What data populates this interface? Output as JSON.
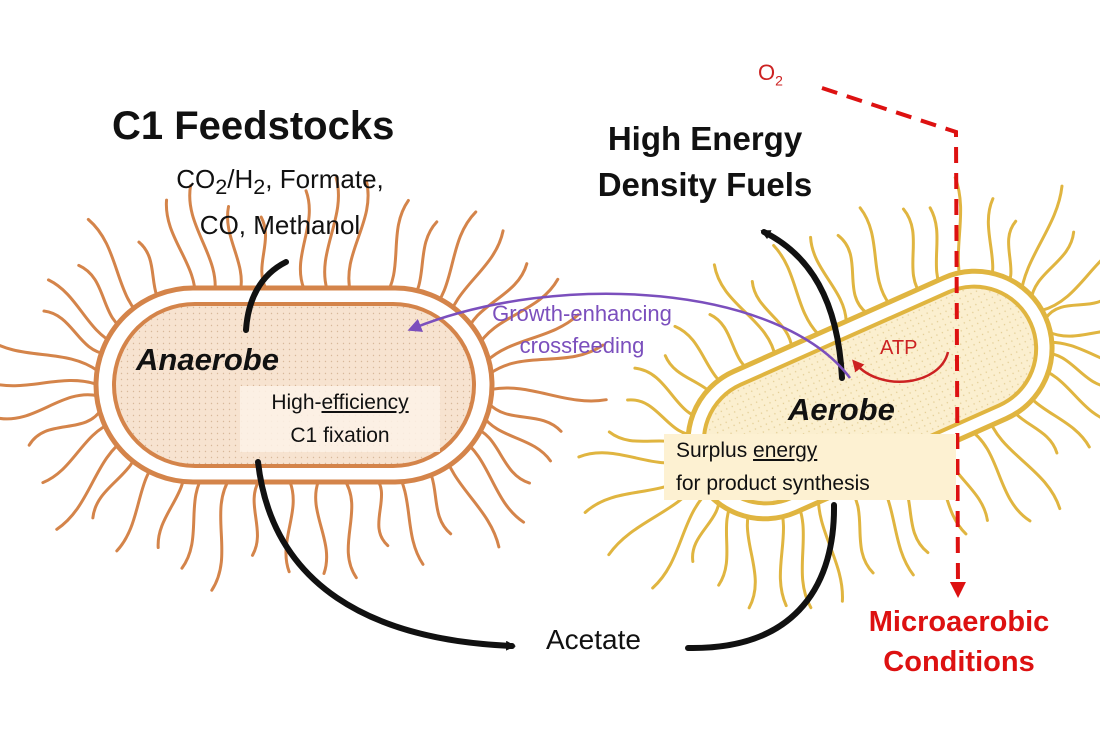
{
  "feedstocks": {
    "title": "C1 Feedstocks",
    "line1_a": "CO",
    "line1_sub_a": "2",
    "line1_b": "/H",
    "line1_sub_b": "2",
    "line1_c": ", Formate,",
    "line2": "CO, Methanol"
  },
  "fuels": {
    "line1": "High Energy",
    "line2": "Density Fuels"
  },
  "oxygen": {
    "label": "O",
    "sub": "2"
  },
  "anaerobe": {
    "title": "Anaerobe",
    "desc_a": "High-",
    "desc_a_underlined": "efficiency",
    "desc_b": "C1 fixation"
  },
  "aerobe": {
    "title": "Aerobe",
    "desc_a": "Surplus ",
    "desc_a_underlined": "energy",
    "desc_b": "for product synthesis"
  },
  "crossfeeding": {
    "line1": "Growth-enhancing",
    "line2": "crossfeeding"
  },
  "atp": "ATP",
  "acetate": "Acetate",
  "microaerobic": {
    "line1": "Microaerobic",
    "line2": "Conditions"
  },
  "colors": {
    "anaerobe_outline": "#d4844a",
    "anaerobe_fill": "#f7e3d0",
    "aerobe_outline": "#e0b540",
    "aerobe_fill": "#fbefcf",
    "arrow": "#111111",
    "crossfeed_arrow": "#7b4fbd",
    "oxygen_arrow": "#dd1111"
  }
}
